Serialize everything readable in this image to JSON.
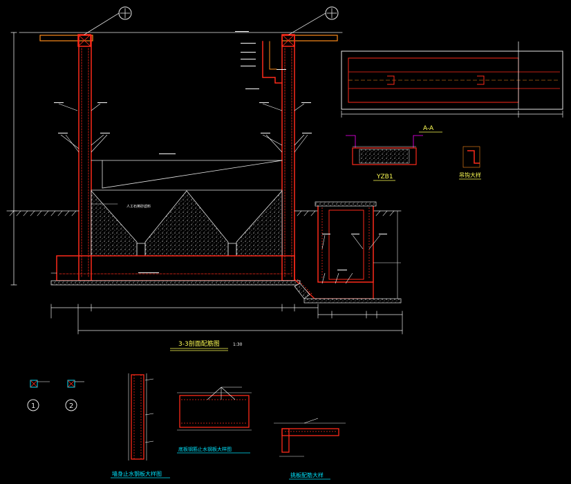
{
  "drawing": {
    "main_title": "3-3剖面配筋图",
    "main_scale": "1:30",
    "aa_label": "A-A",
    "yzb_label": "YZB1",
    "hook_label": "吊钩大样",
    "wall_detail_title": "墙身止水钢板大样图",
    "bottom_detail_title": "底板钢筋止水钢板大样图",
    "slab_detail_title": "挑板配筋大样",
    "section_mark_1": "1",
    "section_mark_2": "2",
    "filter_label": "人工石英砂滤料",
    "colors": {
      "background": "#000000",
      "structure": "#ff2a1a",
      "dimension": "#e8e8e8",
      "text": "#ffff55",
      "leader": "#ffffff",
      "cyan": "#00e5ff",
      "orange": "#ff8c1a",
      "gravel": "#ffffff"
    }
  }
}
